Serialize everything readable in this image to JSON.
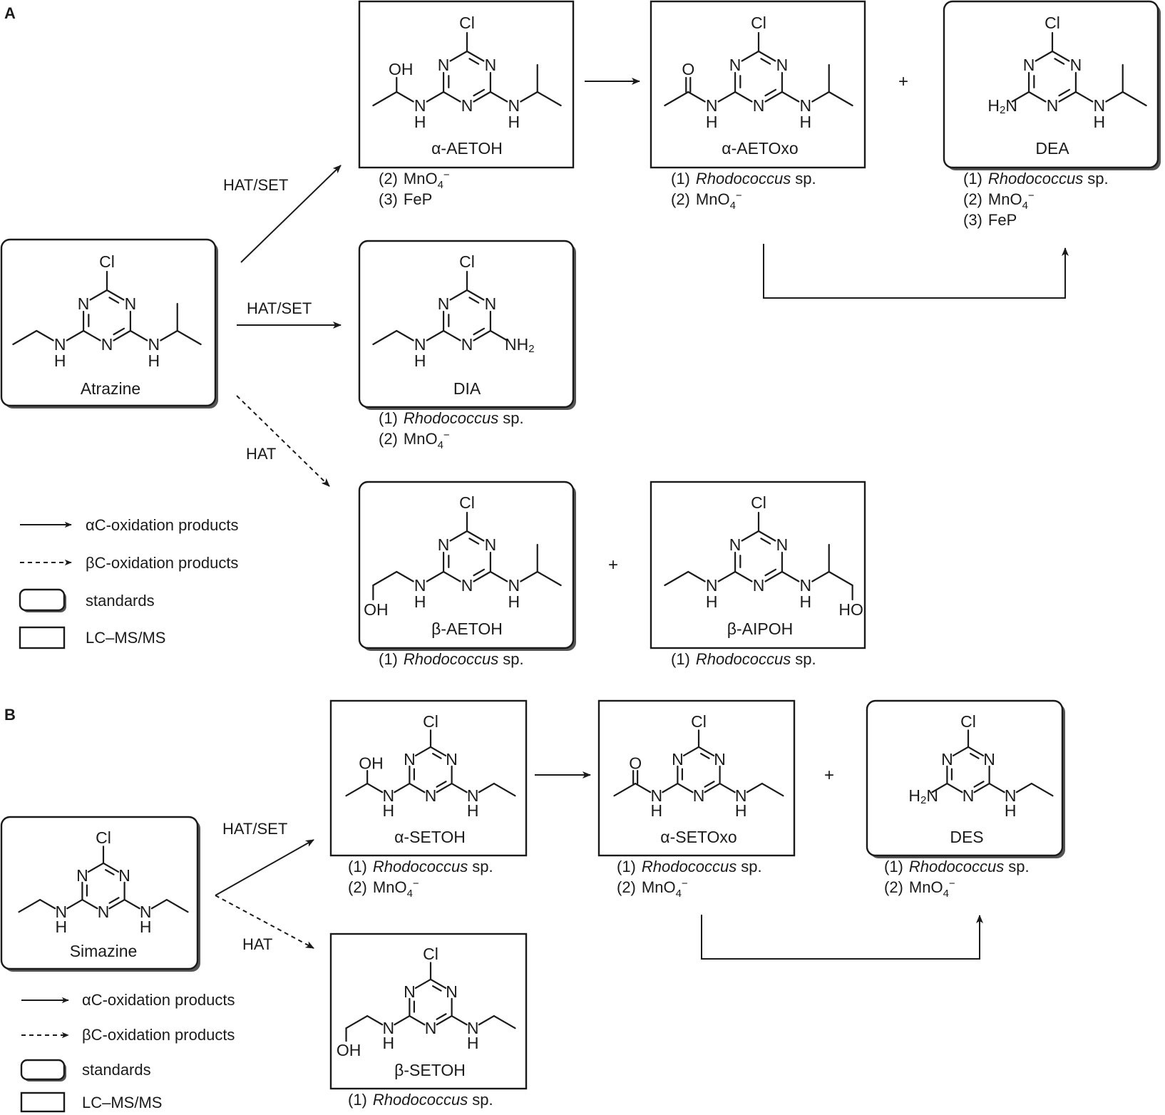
{
  "panels": {
    "a": {
      "label": "A",
      "atrazine": "Atrazine",
      "alpha_aetoh": "α-AETOH",
      "alpha_aetoxo": "α-AETOxo",
      "dea": "DEA",
      "dia": "DIA",
      "beta_aetoh": "β-AETOH",
      "beta_aipoh": "β-AIPOH",
      "arrow_top": "HAT/SET",
      "arrow_mid": "HAT/SET",
      "arrow_bottom": "HAT",
      "plus": "+"
    },
    "b": {
      "label": "B",
      "simazine": "Simazine",
      "alpha_setoh": "α-SETOH",
      "alpha_setoxo": "α-SETOxo",
      "des": "DES",
      "beta_setoh": "β-SETOH",
      "arrow_top": "HAT/SET",
      "arrow_bottom": "HAT",
      "plus": "+"
    }
  },
  "conditions": {
    "n1": "(1)",
    "n2": "(2)",
    "n3": "(3)",
    "rhodo": "Rhodococcus",
    "sp": "sp.",
    "mno4": "MnO",
    "four": "4",
    "minus": "−",
    "fep": "FeP"
  },
  "atoms": {
    "cl": "Cl",
    "n": "N",
    "h": "H",
    "nh": "NH",
    "two": "2",
    "h2n_h": "H",
    "h2n_n": "N",
    "oh": "OH",
    "ho": "HO",
    "o": "O"
  },
  "legend": {
    "alpha": "αC-oxidation products",
    "beta": "βC-oxidation products",
    "standards": "standards",
    "lcms": "LC–MS/MS"
  }
}
